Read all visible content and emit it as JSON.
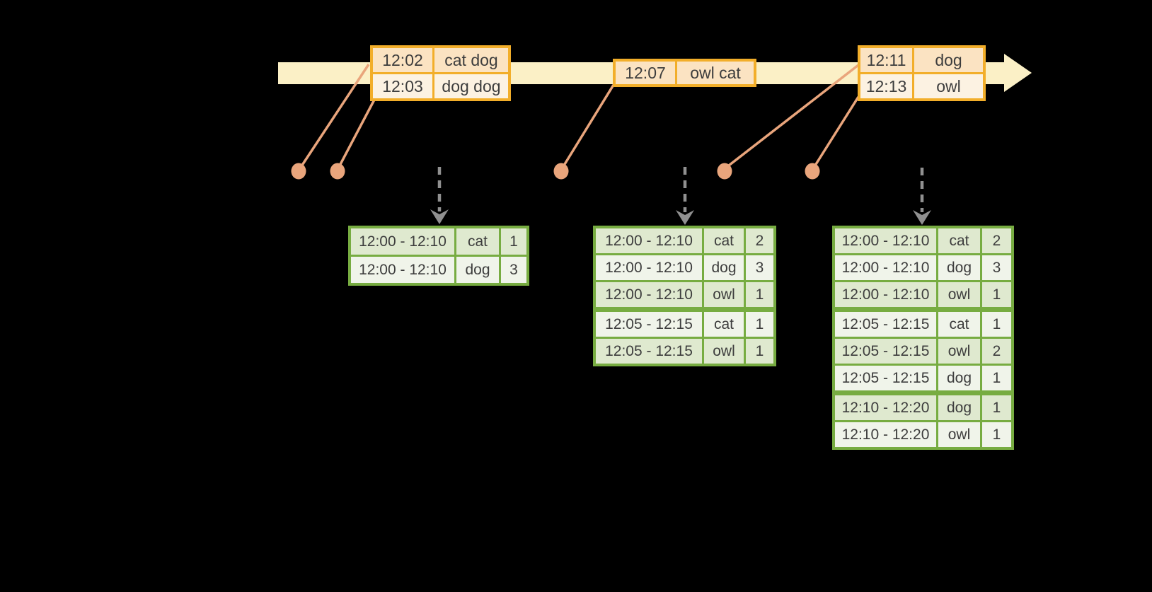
{
  "diagram": {
    "type": "streaming-windowed-aggregation",
    "background": "#000000"
  },
  "colors": {
    "timeline_band": "#FBF0C6",
    "event_table_border": "#F2AE2A",
    "event_row_dark": "#FBE3C2",
    "event_row_light": "#FCF2E2",
    "event_marker": "#E9A57C",
    "trigger_arrow": "#909090",
    "result_table_border": "#77AC41",
    "result_row_dark": "#DFE9CF",
    "result_row_light": "#F0F4EA",
    "text": "#3D3D3D"
  },
  "timeline": {
    "event_tables": [
      {
        "rows": [
          {
            "time": "12:02",
            "words": "cat dog"
          },
          {
            "time": "12:03",
            "words": "dog dog"
          }
        ]
      },
      {
        "rows": [
          {
            "time": "12:07",
            "words": "owl cat"
          }
        ]
      },
      {
        "rows": [
          {
            "time": "12:11",
            "words": "dog"
          },
          {
            "time": "12:13",
            "words": "owl"
          }
        ]
      }
    ],
    "event_marker_count": 5,
    "trigger_arrow_count": 3
  },
  "result_tables": [
    {
      "rows": [
        {
          "window": "12:00 - 12:10",
          "word": "cat",
          "count": "1"
        },
        {
          "window": "12:00 - 12:10",
          "word": "dog",
          "count": "3"
        }
      ]
    },
    {
      "rows": [
        {
          "window": "12:00 - 12:10",
          "word": "cat",
          "count": "2"
        },
        {
          "window": "12:00 - 12:10",
          "word": "dog",
          "count": "3"
        },
        {
          "window": "12:00 - 12:10",
          "word": "owl",
          "count": "1"
        },
        {
          "window": "12:05 - 12:15",
          "word": "cat",
          "count": "1"
        },
        {
          "window": "12:05 - 12:15",
          "word": "owl",
          "count": "1"
        }
      ]
    },
    {
      "rows": [
        {
          "window": "12:00 - 12:10",
          "word": "cat",
          "count": "2"
        },
        {
          "window": "12:00 - 12:10",
          "word": "dog",
          "count": "3"
        },
        {
          "window": "12:00 - 12:10",
          "word": "owl",
          "count": "1"
        },
        {
          "window": "12:05 - 12:15",
          "word": "cat",
          "count": "1"
        },
        {
          "window": "12:05 - 12:15",
          "word": "owl",
          "count": "2"
        },
        {
          "window": "12:05 - 12:15",
          "word": "dog",
          "count": "1"
        },
        {
          "window": "12:10 - 12:20",
          "word": "dog",
          "count": "1"
        },
        {
          "window": "12:10 - 12:20",
          "word": "owl",
          "count": "1"
        }
      ]
    }
  ]
}
